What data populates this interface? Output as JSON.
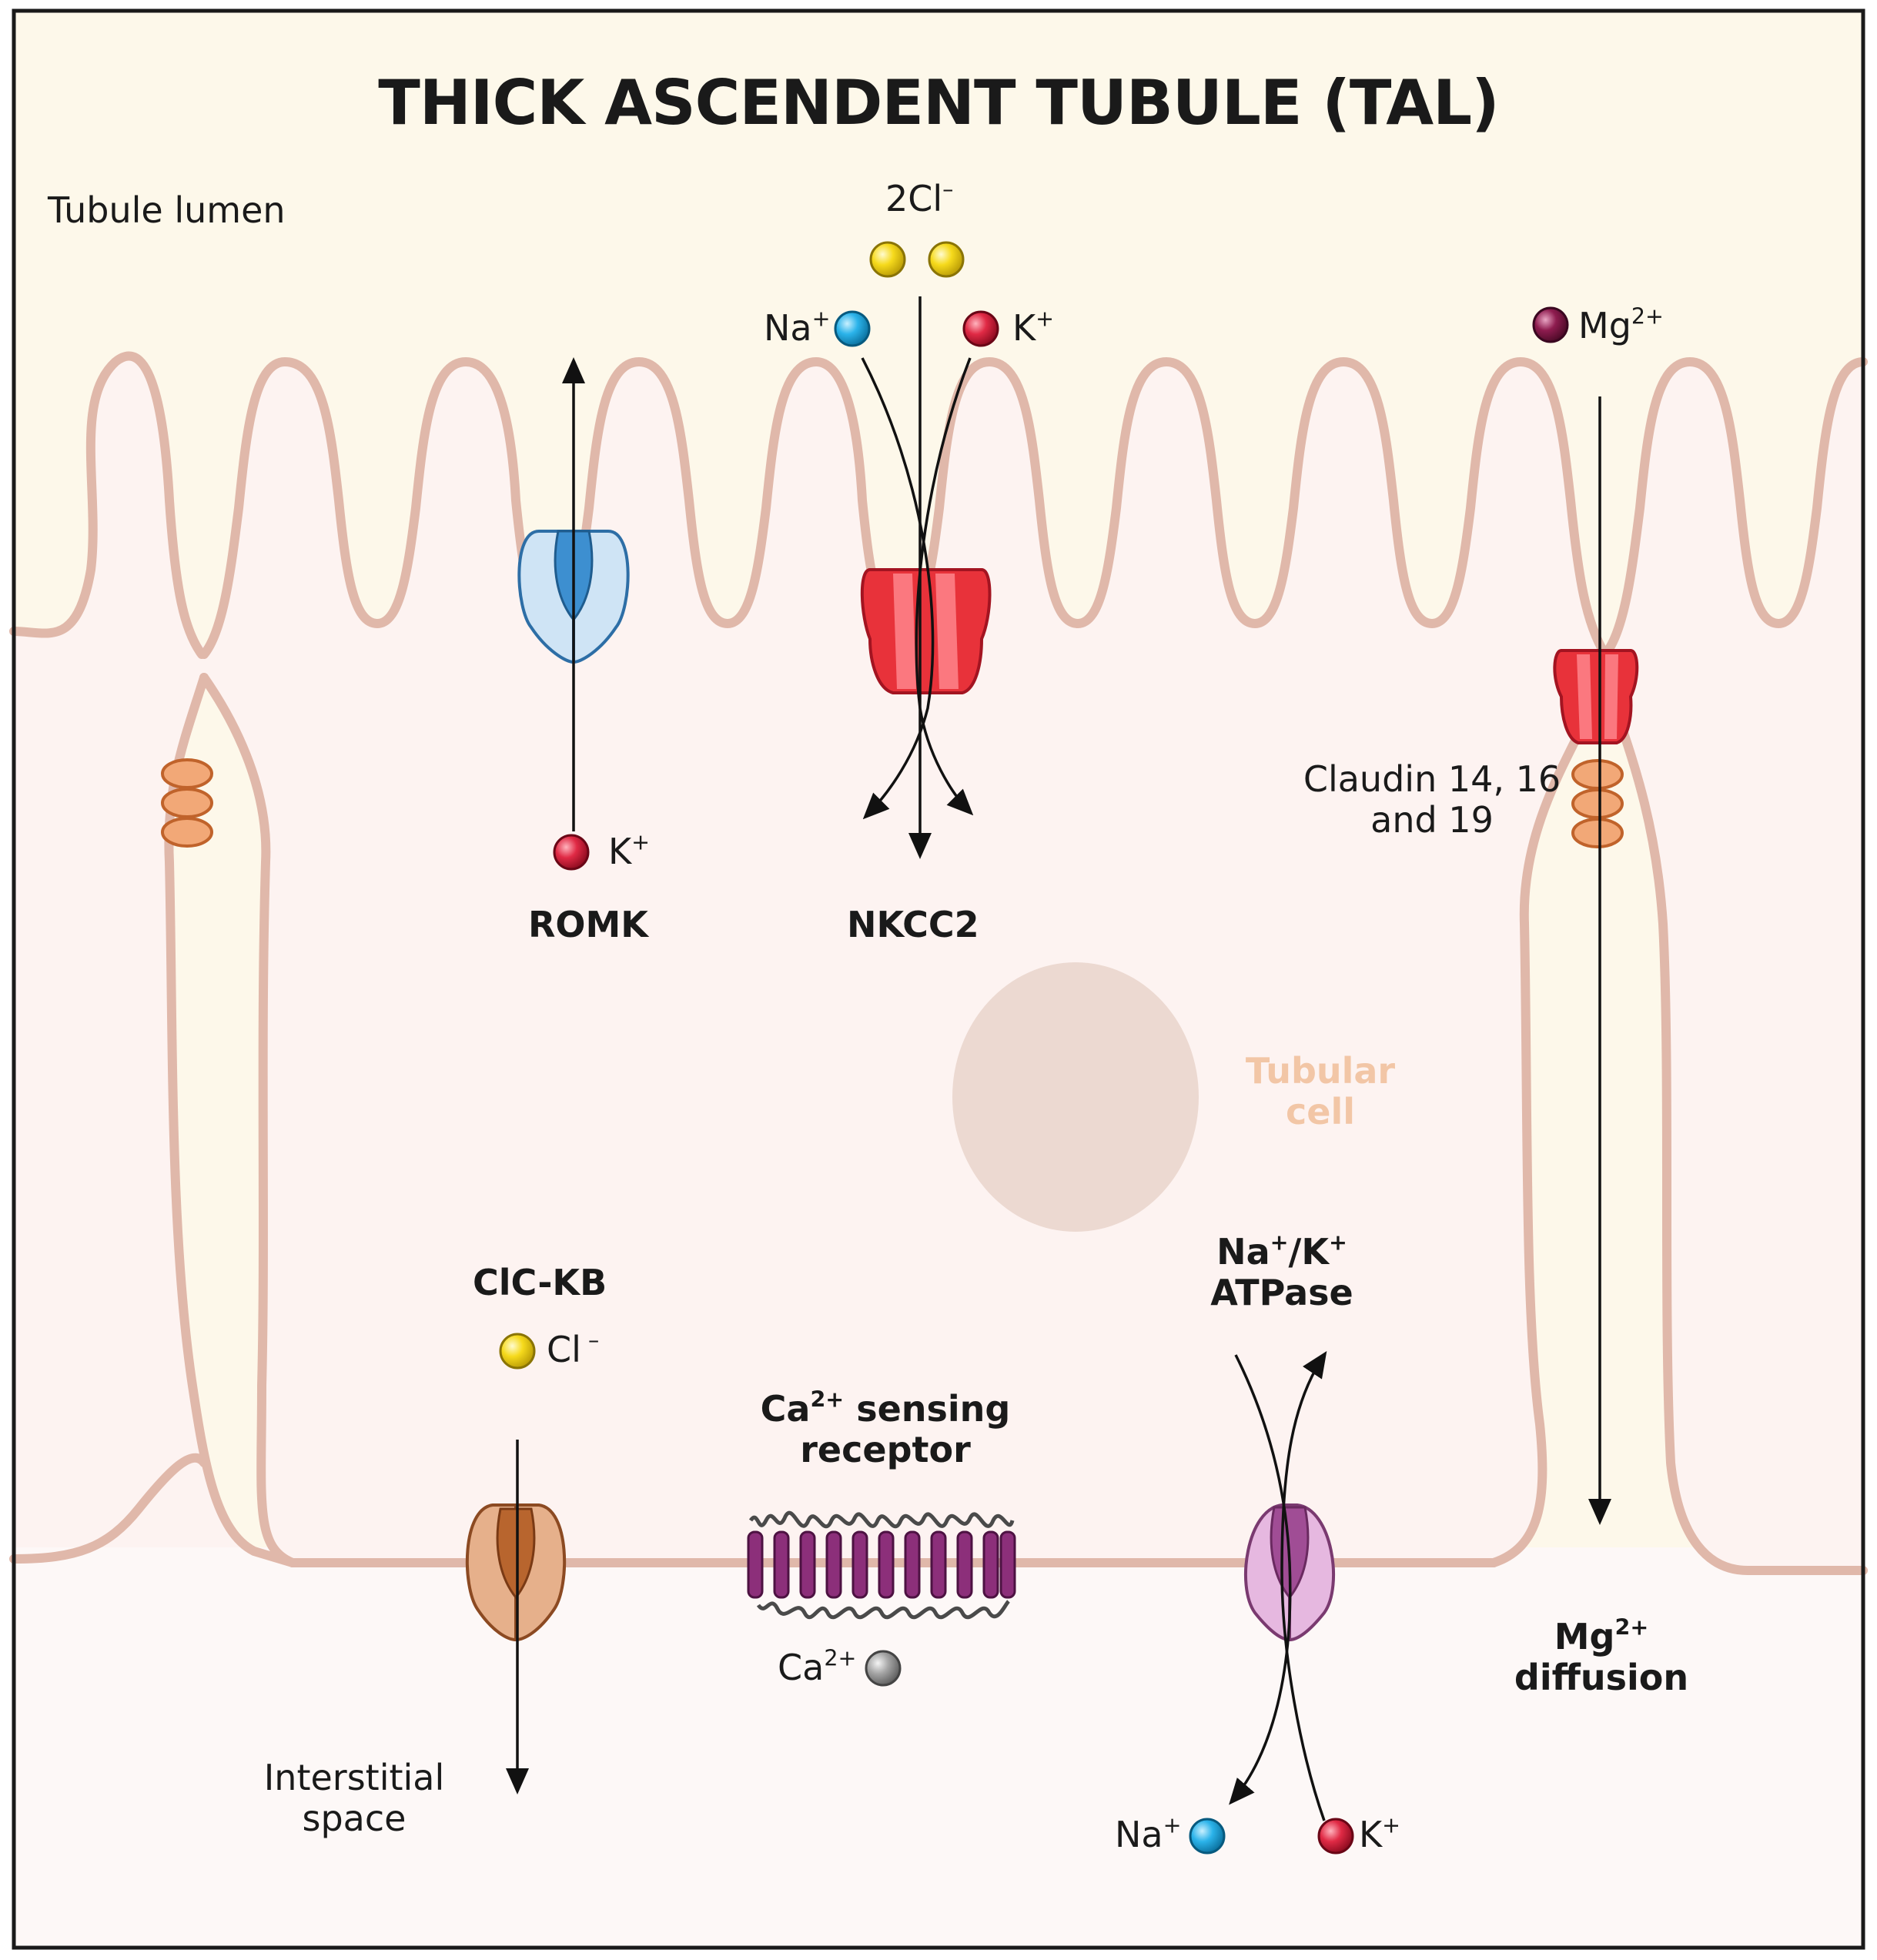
{
  "title": "THICK ASCENDENT TUBULE (TAL)",
  "regions": {
    "lumen": "Tubule lumen",
    "cell_line1": "Tubular",
    "cell_line2": "cell",
    "interstitial_line1": "Interstitial",
    "interstitial_line2": "space"
  },
  "transporters": {
    "romk": {
      "name": "ROMK",
      "ion_base": "K",
      "ion_sup": "+"
    },
    "nkcc2": {
      "name": "NKCC2",
      "cl_label": "2Cl",
      "cl_sup": "–",
      "na_base": "Na",
      "na_sup": "+",
      "k_base": "K",
      "k_sup": "+"
    },
    "paracellular": {
      "ion_base": "Mg",
      "ion_sup": "2+",
      "claudin_line1": "Claudin 14, 16",
      "claudin_line2": "and 19",
      "diffusion_base": "Mg",
      "diffusion_sup": "2+",
      "diffusion_line2": "diffusion"
    },
    "clckb": {
      "name": "ClC-KB",
      "ion_base": "Cl",
      "ion_sup": " –"
    },
    "casr": {
      "name_base": "Ca",
      "name_sup": "2+",
      "name_rest": " sensing",
      "name_line2": "receptor",
      "ion_base": "Ca",
      "ion_sup": "2+"
    },
    "nak_atpase": {
      "name_na": "Na",
      "name_na_sup": "+",
      "name_slash": "/K",
      "name_k_sup": "+",
      "name_line2": "ATPase",
      "na_base": "Na",
      "na_sup": "+",
      "k_base": "K",
      "k_sup": "+"
    }
  },
  "colors": {
    "lumen_bg": "#fdf8ea",
    "cell_bg": "#fdf3f1",
    "membrane": "#e0b8aa",
    "nucleus": "#ecd9d1",
    "romk": "#5a9fd4",
    "nkcc2": "#e8323a",
    "clckb": "#cf8a5e",
    "casr": "#8c2f7a",
    "nak_atpase": "#c98fc0",
    "junction": "#f2a877",
    "ion_k": "#d81e3a",
    "ion_na": "#2ab1e8",
    "ion_cl": "#f5d81a",
    "ion_mg": "#8a1a4a",
    "ion_ca": "#9a9a9a"
  },
  "icons": [
    "romk-channel-icon",
    "nkcc2-cotransporter-icon",
    "claudin-channel-icon",
    "clckb-channel-icon",
    "casr-receptor-icon",
    "nak-atpase-pump-icon",
    "tight-junction-icon",
    "nucleus-icon"
  ]
}
